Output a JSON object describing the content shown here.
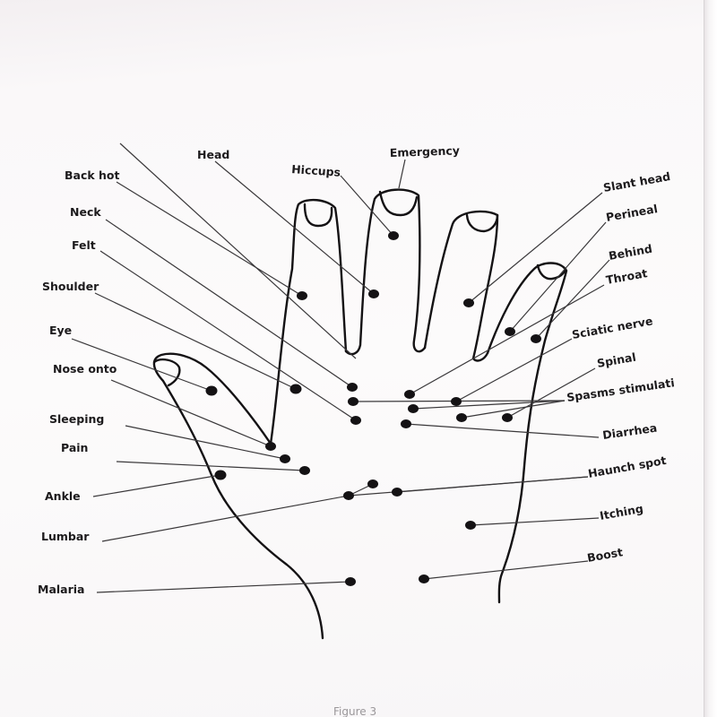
{
  "figure": {
    "caption": "Figure 3",
    "subject": "Hand reflexology acupressure points"
  },
  "labels": {
    "head": "Head",
    "emergency": "Emergency",
    "hiccups": "Hiccups",
    "back_hot": "Back hot",
    "neck": "Neck",
    "felt": "Felt",
    "shoulder": "Shoulder",
    "eye": "Eye",
    "nose_onto": "Nose onto",
    "sleeping": "Sleeping",
    "pain": "Pain",
    "ankle": "Ankle",
    "lumbar": "Lumbar",
    "malaria": "Malaria",
    "slant_head": "Slant head",
    "perineal": "Perineal",
    "behind": "Behind",
    "throat": "Throat",
    "sciatic_nerve": "Sciatic nerve",
    "spinal": "Spinal",
    "spasms_stimulation": "Spasms stimulati",
    "diarrhea": "Diarrhea",
    "haunch_spot": "Haunch spot",
    "itching": "Itching",
    "boost": "Boost"
  },
  "colors": {
    "ink": "#141214",
    "leader": "#3a383a",
    "paper": "#fbf9fa"
  }
}
